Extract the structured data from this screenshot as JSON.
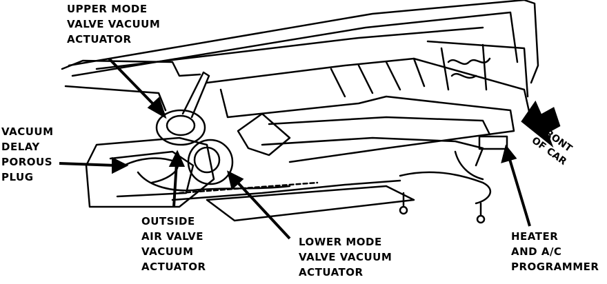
{
  "labels": {
    "upper_mode": [
      "UPPER MODE",
      "VALVE VACUUM",
      "ACTUATOR"
    ],
    "vacuum_delay": [
      "VACUUM",
      "DELAY",
      "POROUS",
      "PLUG"
    ],
    "outside_air": [
      "OUTSIDE",
      "AIR VALVE",
      "VACUUM",
      "ACTUATOR"
    ],
    "lower_mode": [
      "LOWER MODE",
      "VALVE VACUUM",
      "ACTUATOR"
    ],
    "heater_ac": [
      "HEATER",
      "AND A/C",
      "PROGRAMMER"
    ],
    "front_of_car": [
      "FRONT",
      "OF CAR"
    ]
  }
}
